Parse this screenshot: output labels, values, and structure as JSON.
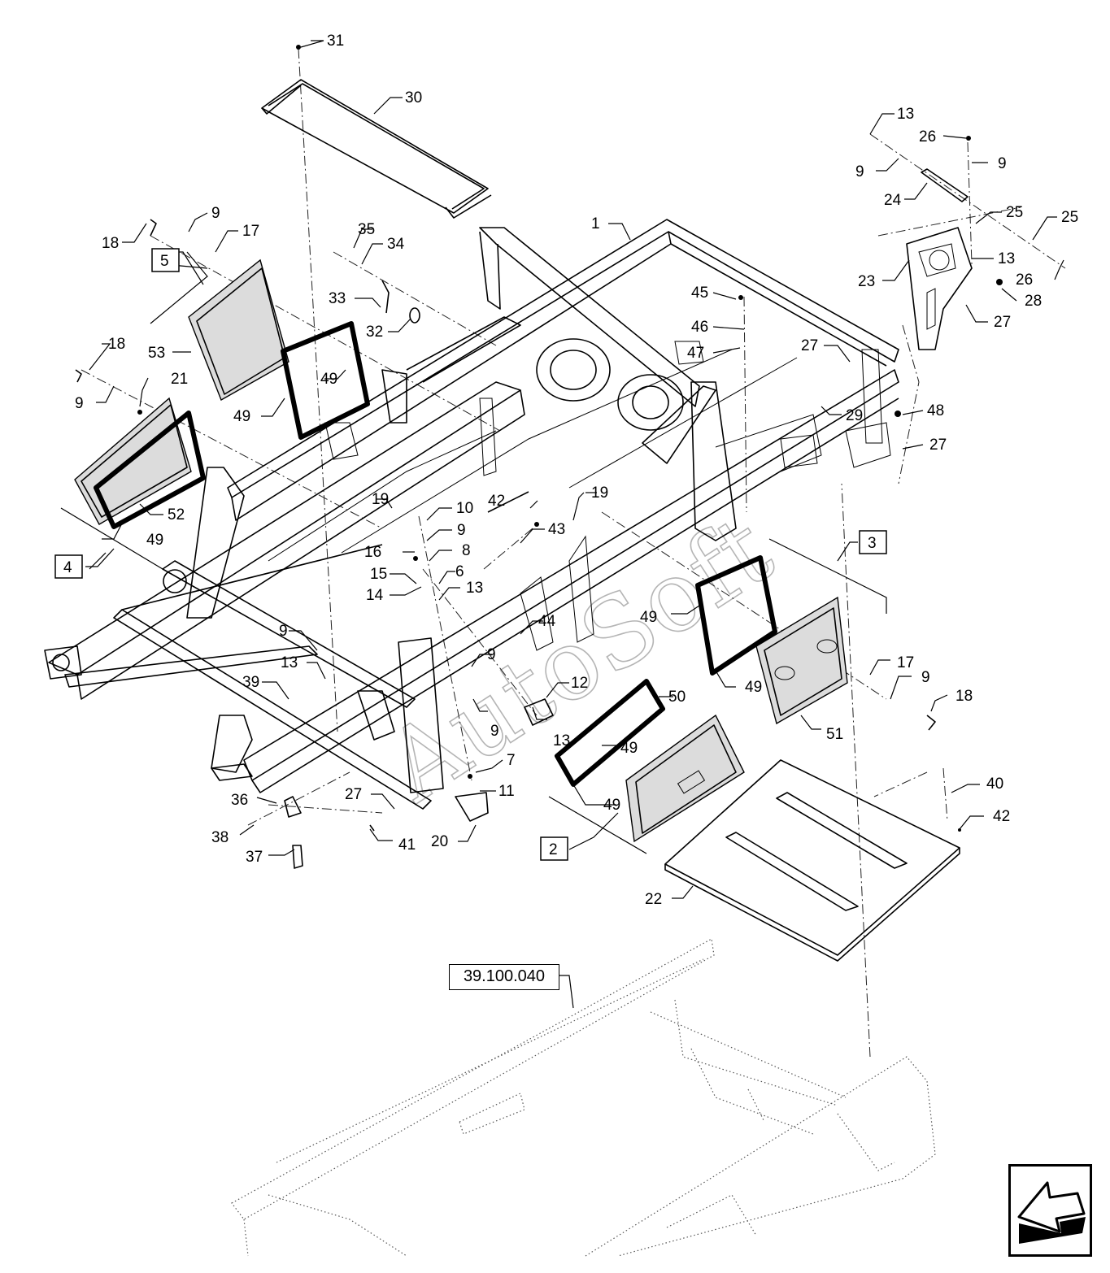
{
  "reference_label": "39.100.040",
  "watermark": "AutoSoft",
  "callouts": [
    "1",
    "2",
    "3",
    "4",
    "5",
    "6",
    "7",
    "8",
    "9",
    "10",
    "11",
    "12",
    "13",
    "14",
    "15",
    "16",
    "17",
    "18",
    "19",
    "20",
    "21",
    "22",
    "23",
    "24",
    "25",
    "26",
    "27",
    "28",
    "29",
    "30",
    "31",
    "32",
    "33",
    "34",
    "35",
    "36",
    "37",
    "38",
    "39",
    "40",
    "41",
    "42",
    "43",
    "44",
    "45",
    "46",
    "47",
    "48",
    "49",
    "50",
    "51",
    "52",
    "53"
  ],
  "boxed_callouts": [
    "2",
    "3",
    "4",
    "5"
  ],
  "icons": {
    "nav": "back-arrow-icon"
  }
}
